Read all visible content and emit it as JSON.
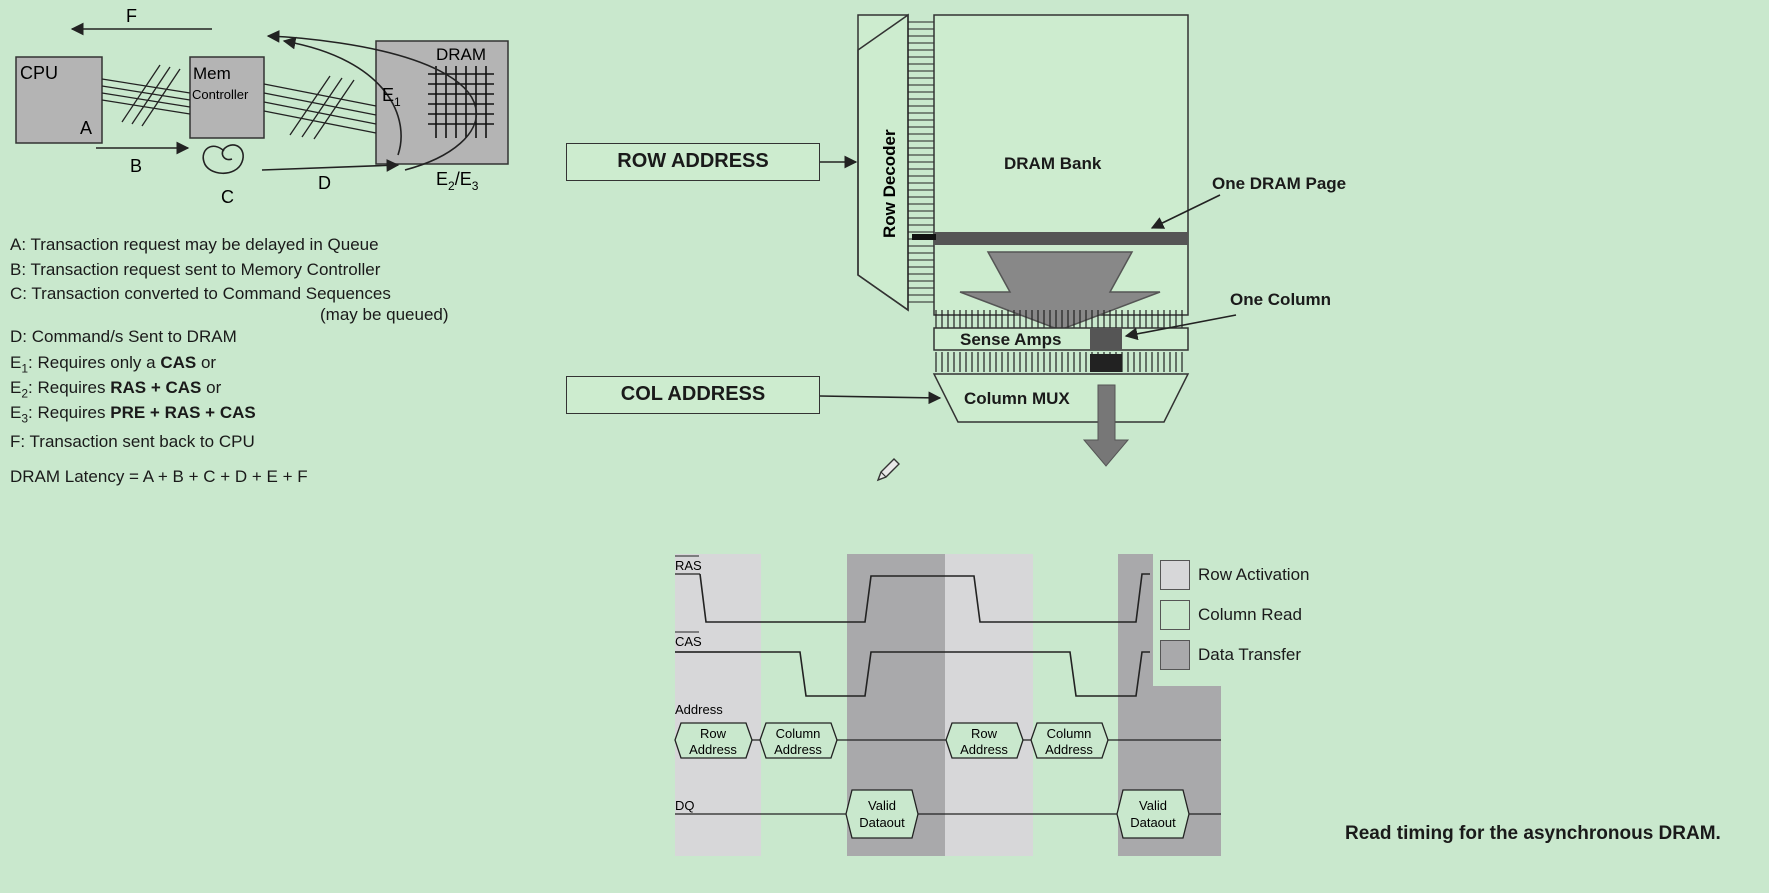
{
  "overview": {
    "cpu": "CPU",
    "mem_top": "Mem",
    "mem_bottom": "Controller",
    "dram": "DRAM",
    "F": "F",
    "A": "A",
    "B": "B",
    "C": "C",
    "D": "D",
    "E1": "E",
    "E1_sub": "1",
    "E2": "E",
    "E2_sub": "2",
    "E3_slash": "/E",
    "E3_sub": "3"
  },
  "legend": {
    "A": "A: Transaction request may be delayed in Queue",
    "B": "B: Transaction request sent to Memory Controller",
    "C": "C: Transaction converted to Command Sequences",
    "C_note": "(may be queued)",
    "D": "D: Command/s Sent to DRAM",
    "E1_prefix": "E",
    "E1_sub": "1",
    "E1_text": ": Requires only a ",
    "E1_bold": "CAS",
    "E1_tail": " or",
    "E2_prefix": "E",
    "E2_sub": "2",
    "E2_text": ": Requires ",
    "E2_bold": "RAS + CAS",
    "E2_tail": " or",
    "E3_prefix": "E",
    "E3_sub": "3",
    "E3_text": ": Requires ",
    "E3_bold": "PRE + RAS + CAS",
    "F": "F: Transaction sent back to CPU",
    "latency": "DRAM Latency = A + B + C + D + E + F"
  },
  "bank": {
    "row_address": "ROW ADDRESS",
    "col_address": "COL ADDRESS",
    "row_decoder": "Row Decoder",
    "dram_bank": "DRAM Bank",
    "one_page": "One DRAM Page",
    "one_column": "One Column",
    "sense_amps": "Sense Amps",
    "column_mux": "Column MUX"
  },
  "timing": {
    "ras": "RAS",
    "cas": "CAS",
    "address": "Address",
    "dq": "DQ",
    "row_addr_1": "Row",
    "row_addr_2": "Address",
    "col_addr_1": "Column",
    "col_addr_2": "Address",
    "valid_1": "Valid",
    "valid_2": "Dataout",
    "legend_row": "Row Activation",
    "legend_col": "Column Read",
    "legend_data": "Data Transfer",
    "caption": "Read timing for the asynchronous DRAM."
  },
  "colors": {
    "background": "#c9e8cd",
    "row_activation": "#d7d7d9",
    "column_read": "#c9e8cd",
    "data_transfer": "#a9a9ab",
    "box_gray": "#b4b4b4"
  }
}
